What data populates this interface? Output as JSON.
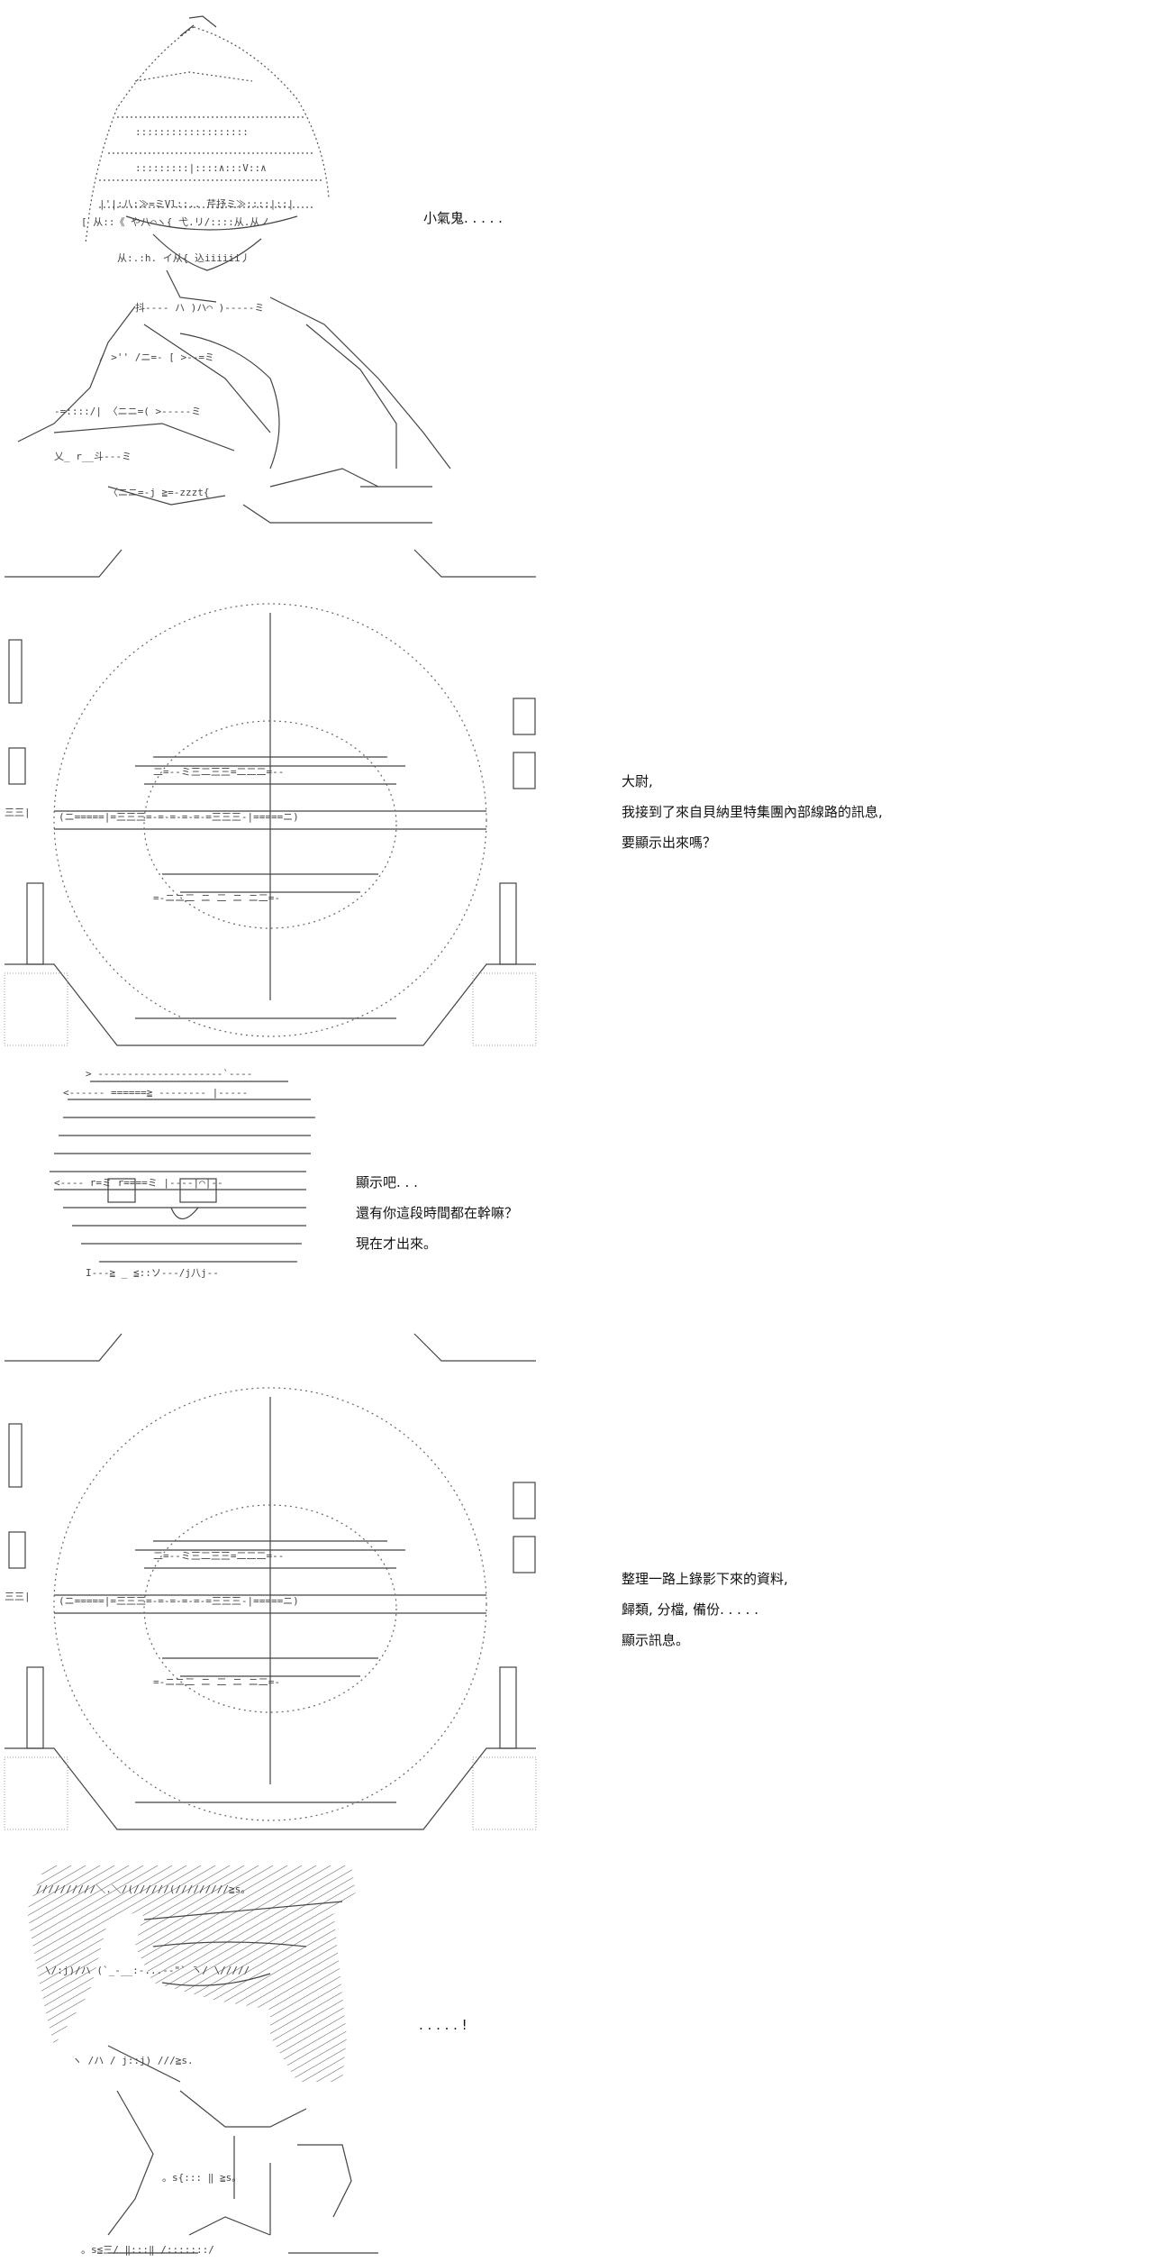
{
  "panels": [
    {
      "dialog": [
        "小氣鬼. . . . ."
      ]
    },
    {
      "dialog": [
        "大尉,",
        "我接到了來自貝納里特集團內部線路的訊息,",
        "要顯示出來嗎？"
      ]
    },
    {
      "dialog": [
        "顯示吧. . .",
        "還有你這段時間都在幹嘛？",
        "現在才出來。"
      ]
    },
    {
      "dialog": [
        "整理一路上錄影下來的資料,",
        "歸類, 分檔, 備份. . . . .",
        "顯示訊息。"
      ]
    },
    {
      "dialog": [
        ". . . . . !"
      ]
    }
  ]
}
